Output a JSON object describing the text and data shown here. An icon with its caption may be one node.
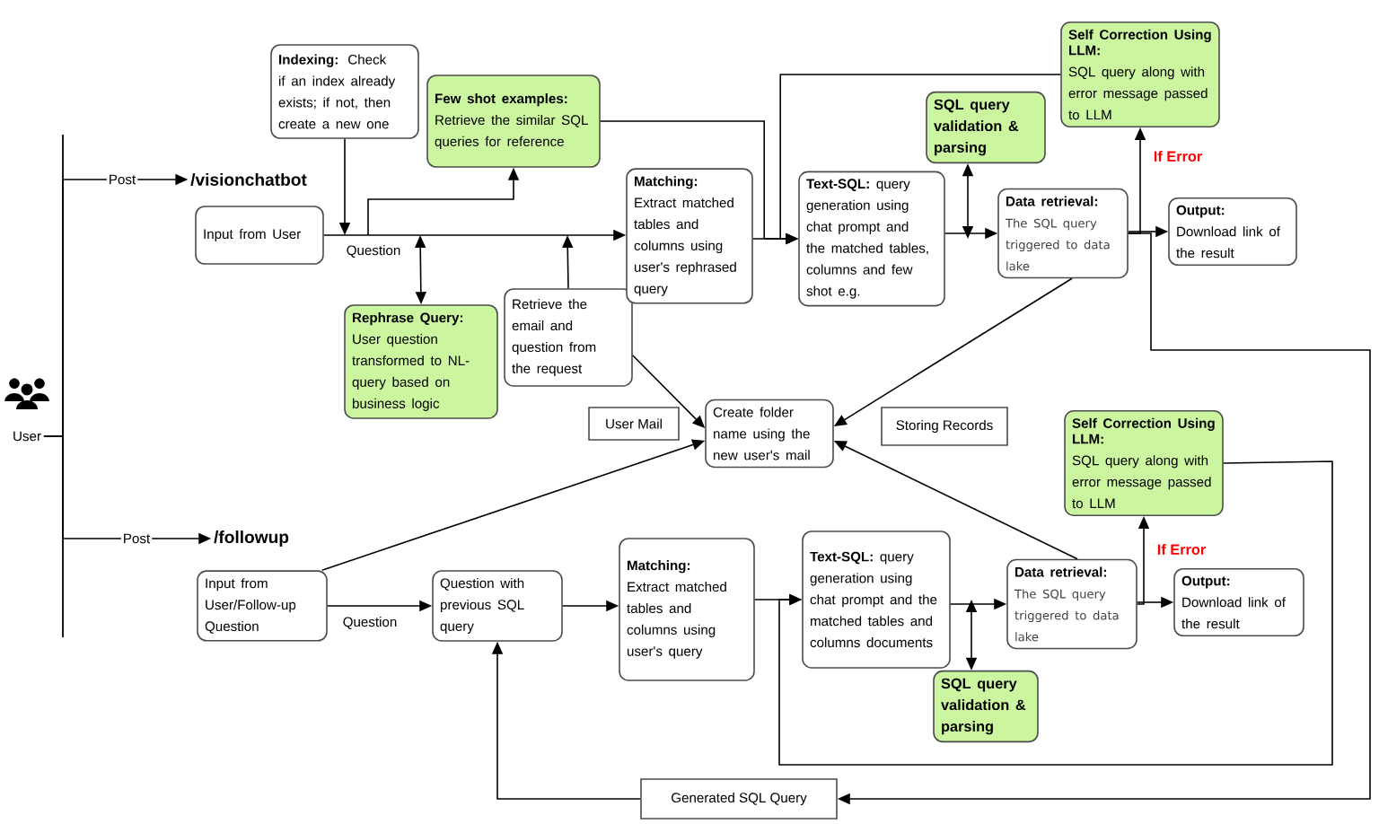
{
  "diagram": {
    "nodes": [
      {
        "text": [
          "User"
        ]
      },
      {
        "text": [
          "/visionchatbot"
        ]
      },
      {
        "text": [
          "Indexing:",
          "Check if an index already exists; if not, then create a new one"
        ]
      },
      {
        "text": [
          "Few shot examples:",
          "Retrieve the similar SQL queries for reference"
        ]
      },
      {
        "text": [
          "Input from User"
        ]
      },
      {
        "text": [
          "Rephrase Query:",
          "User question transformed to NL-query based on business logic"
        ]
      },
      {
        "text": [
          "Retrieve the email and question from the request"
        ]
      },
      {
        "text": [
          "Matching:",
          "Extract matched tables and columns using user's rephrased query"
        ]
      },
      {
        "text": [
          "Text-SQL:",
          "query generation using chat prompt and the matched tables, columns and few shot e.g."
        ]
      },
      {
        "text": [
          "SQL query validation & parsing"
        ]
      },
      {
        "text": [
          "Self Correction Using LLM:",
          "SQL query along with error message passed to LLM"
        ]
      },
      {
        "text": [
          "Data retrieval:",
          "The SQL query triggered to data lake"
        ]
      },
      {
        "text": [
          "Output:",
          "Download link of the result"
        ]
      },
      {
        "text": [
          "User Mail"
        ]
      },
      {
        "text": [
          "Create folder name using the new user's mail"
        ]
      },
      {
        "text": [
          "Storing Records"
        ]
      },
      {
        "text": [
          "Self Correction Using LLM:",
          "SQL query along with error message passed to LLM"
        ]
      },
      {
        "text": [
          "/followup"
        ]
      },
      {
        "text": [
          "Input from User/Follow-up Question"
        ]
      },
      {
        "text": [
          "Question with previous SQL query"
        ]
      },
      {
        "text": [
          "Matching:",
          "Extract matched tables and columns using user's query"
        ]
      },
      {
        "text": [
          "Text-SQL:",
          "query generation using chat prompt and the matched tables and columns documents"
        ]
      },
      {
        "text": [
          "Data retrieval:",
          "The SQL query triggered to data lake"
        ]
      },
      {
        "text": [
          "Output:",
          "Download link of the result"
        ]
      },
      {
        "text": [
          "SQL query validation & parsing"
        ]
      },
      {
        "text": [
          "Generated SQL Query"
        ]
      }
    ],
    "edges": [
      {
        "from": 0,
        "to": 1,
        "arrow": "to",
        "label": "Post"
      },
      {
        "from": 0,
        "to": 17,
        "arrow": "to",
        "label": "Post"
      },
      {
        "from": 4,
        "to": 7,
        "arrow": "to",
        "label": "Question"
      },
      {
        "from": 2,
        "to": 4,
        "arrow": "to"
      },
      {
        "from": null,
        "to": 3,
        "arrow": "to"
      },
      {
        "from": null,
        "to": 5,
        "arrow": "both"
      },
      {
        "from": 6,
        "to": null,
        "arrow": "to"
      },
      {
        "from": 3,
        "to": 8,
        "arrow": "to"
      },
      {
        "from": 10,
        "to": 8,
        "arrow": "to"
      },
      {
        "from": 7,
        "to": 8,
        "arrow": "to"
      },
      {
        "from": 8,
        "to": 11,
        "arrow": "to"
      },
      {
        "from": 8,
        "to": 9,
        "arrow": "both"
      },
      {
        "from": 11,
        "to": 12,
        "arrow": "to"
      },
      {
        "from": 11,
        "to": 10,
        "arrow": "to",
        "label": "If Error"
      },
      {
        "from": 11,
        "to": 25,
        "arrow": "to"
      },
      {
        "from": 11,
        "to": 14,
        "arrow": "to"
      },
      {
        "from": 6,
        "to": 14,
        "arrow": "to"
      },
      {
        "from": 18,
        "to": 14,
        "arrow": "to"
      },
      {
        "from": 22,
        "to": 14,
        "arrow": "to"
      },
      {
        "from": 18,
        "to": 19,
        "arrow": "to",
        "label": "Question"
      },
      {
        "from": 19,
        "to": 20,
        "arrow": "to"
      },
      {
        "from": 20,
        "to": 21,
        "arrow": "to"
      },
      {
        "from": 21,
        "to": 22,
        "arrow": "to"
      },
      {
        "from": 21,
        "to": 24,
        "arrow": "both"
      },
      {
        "from": 22,
        "to": 23,
        "arrow": "to"
      },
      {
        "from": 22,
        "to": 16,
        "arrow": "to",
        "label": "If Error"
      },
      {
        "from": 16,
        "to": 21,
        "arrow": "to"
      },
      {
        "from": 25,
        "to": 19,
        "arrow": "to"
      }
    ]
  }
}
